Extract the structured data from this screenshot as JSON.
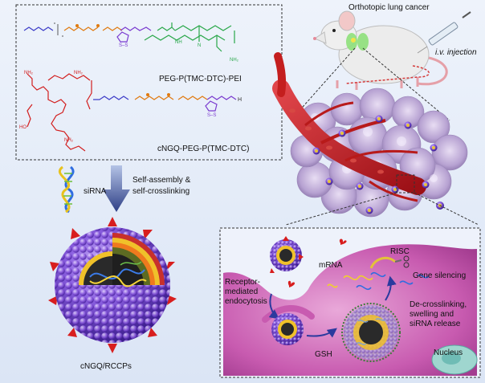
{
  "polymer_box": {
    "label_1": "PEG-P(TMC-DTC)-PEI",
    "label_2": "cNGQ-PEG-P(TMC-DTC)"
  },
  "assembly": {
    "sirna": "siRNA",
    "step": "Self-assembly &\nself-crosslinking",
    "product": "cNGQ/RCCPs"
  },
  "mouse": {
    "title": "Orthotopic lung cancer",
    "injection": "i.v. injection"
  },
  "cell": {
    "endocytosis": "Receptor-\nmediated\nendocytosis",
    "mrna": "mRNA",
    "risc": "RISC",
    "silencing": "Gene silencing",
    "release": "De-crosslinking,\nswelling and\nsiRNA release",
    "gsh": "GSH",
    "nucleus": "Nucleus"
  },
  "colors": {
    "peg": "#3d3dc8",
    "tmc": "#e07a10",
    "pei": "#2aa84a",
    "cngq": "#d21d1d",
    "particle": "#7b4bd6",
    "ligand": "#d81e1e",
    "vessel": "#c41e1e",
    "tumor": "#b6a3cf",
    "cell": "#c04aa6",
    "nucleus": "#9fd6cf"
  }
}
